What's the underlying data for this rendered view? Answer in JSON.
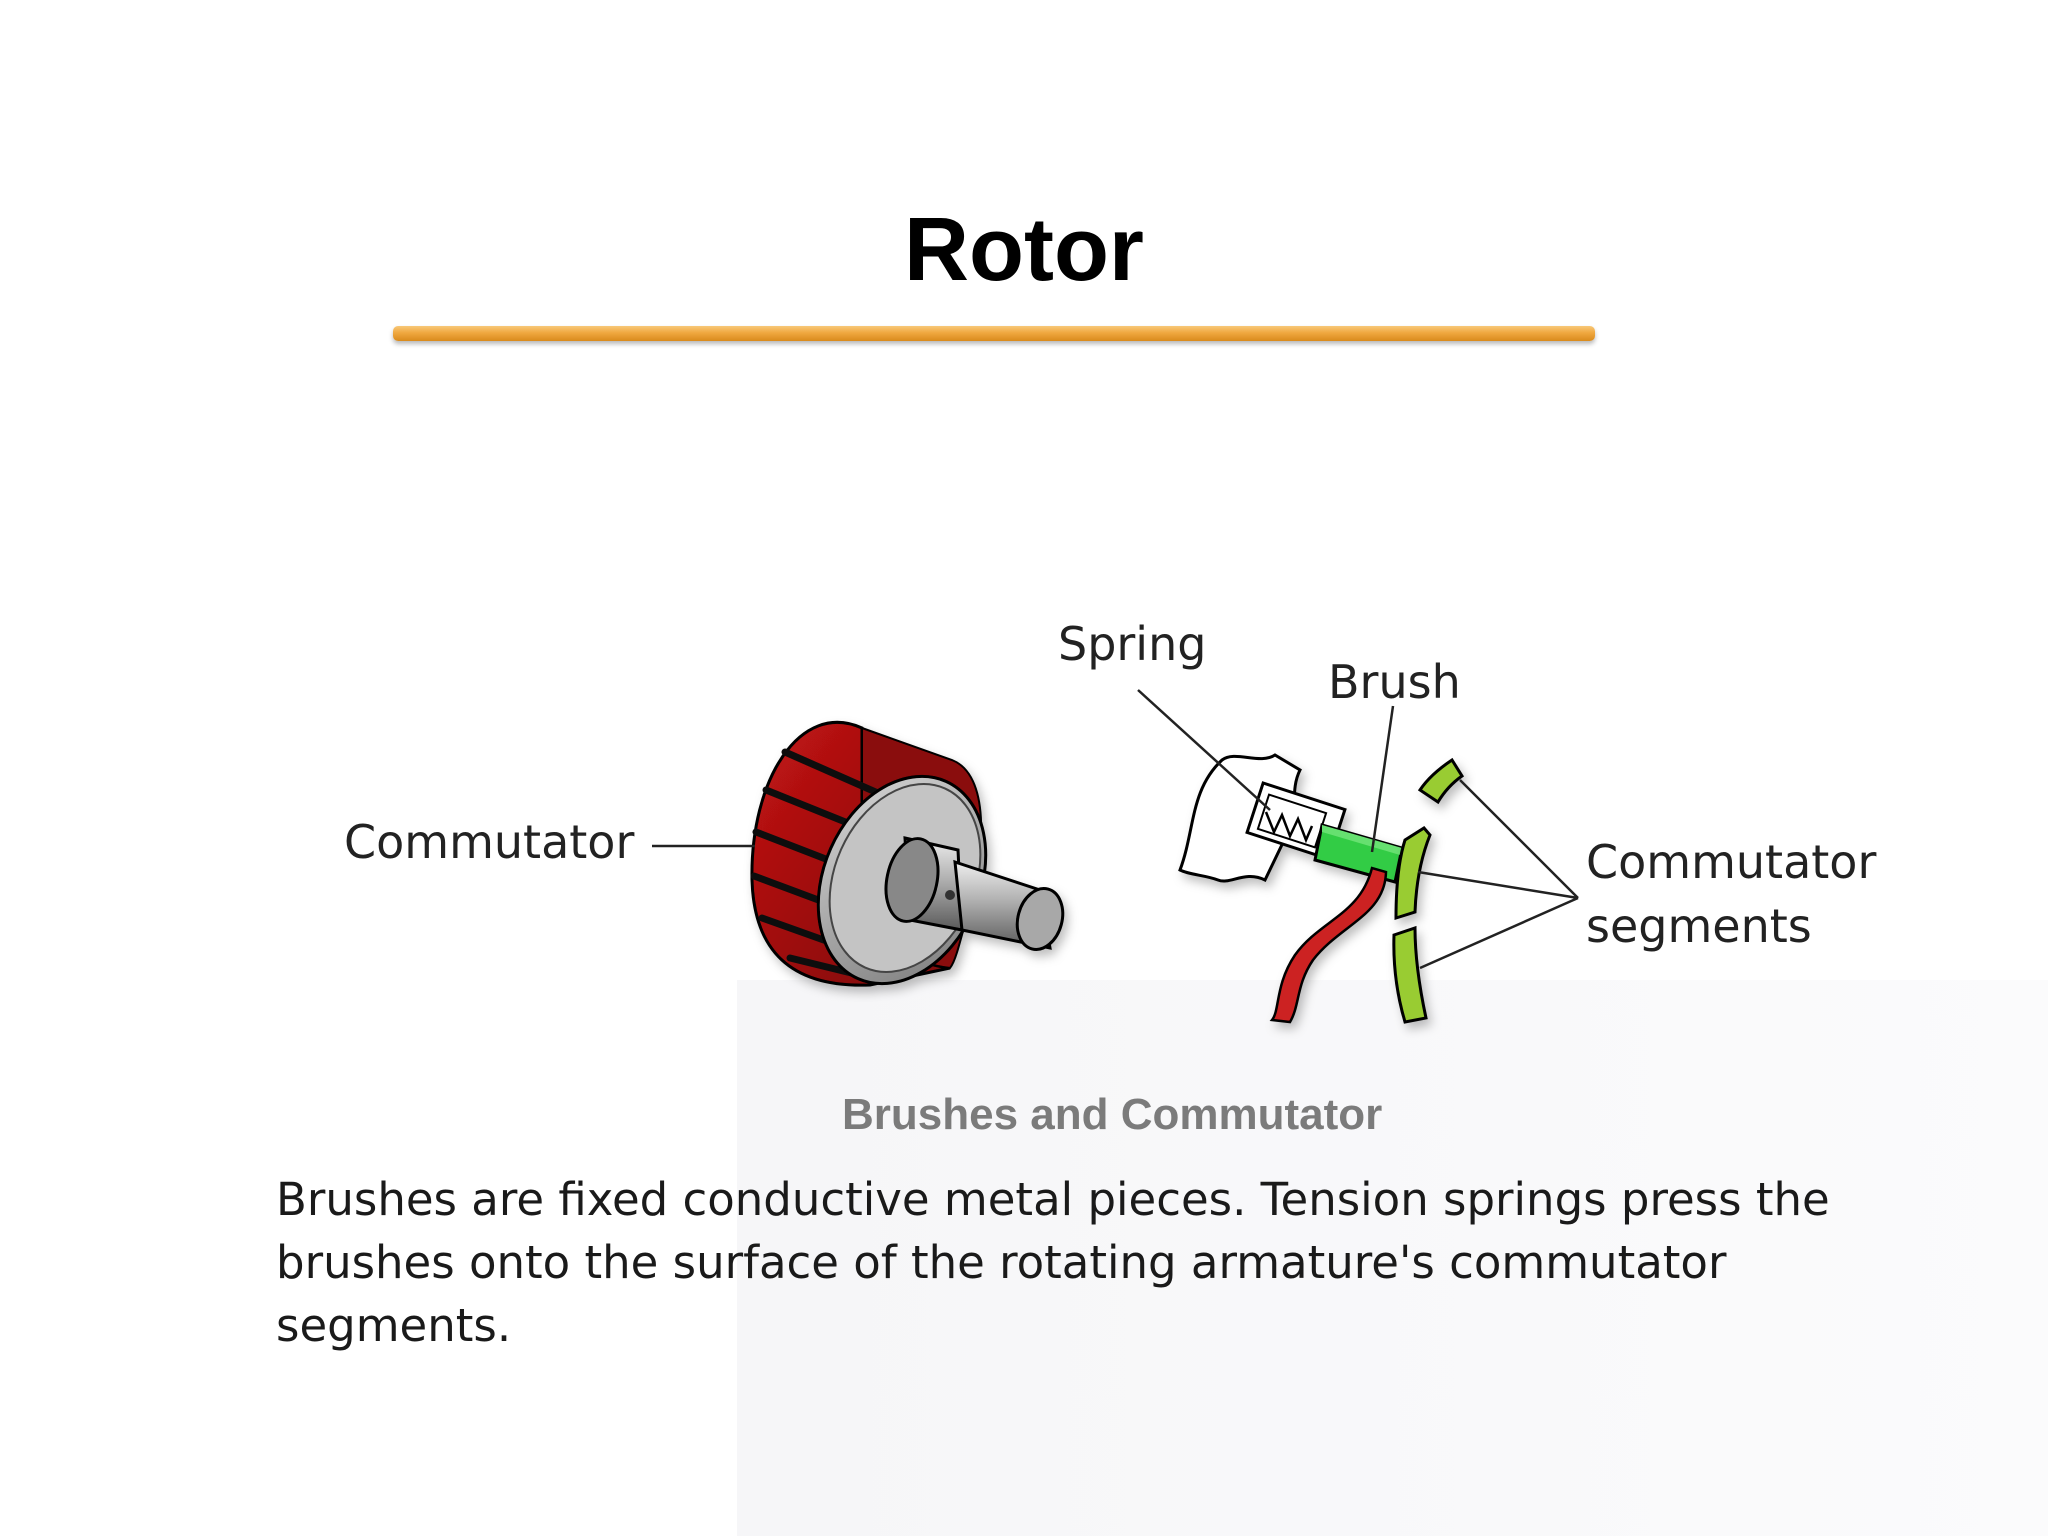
{
  "slide": {
    "title": "Rotor"
  },
  "diagram": {
    "labels": {
      "commutator": "Commutator",
      "spring": "Spring",
      "brush": "Brush",
      "segments_line1": "Commutator",
      "segments_line2": "segments"
    },
    "caption": "Brushes and Commutator"
  },
  "description": "Brushes are fixed conductive metal pieces.  Tension springs press the brushes onto the surface of the rotating armature's commutator segments.",
  "colors": {
    "title_rule": "#f0a840",
    "commutator_body": "#a80d0d",
    "brush": "#33cc44",
    "segments": "#99cc33",
    "wire": "#cc2222",
    "shaft": "#9a9a9a"
  }
}
